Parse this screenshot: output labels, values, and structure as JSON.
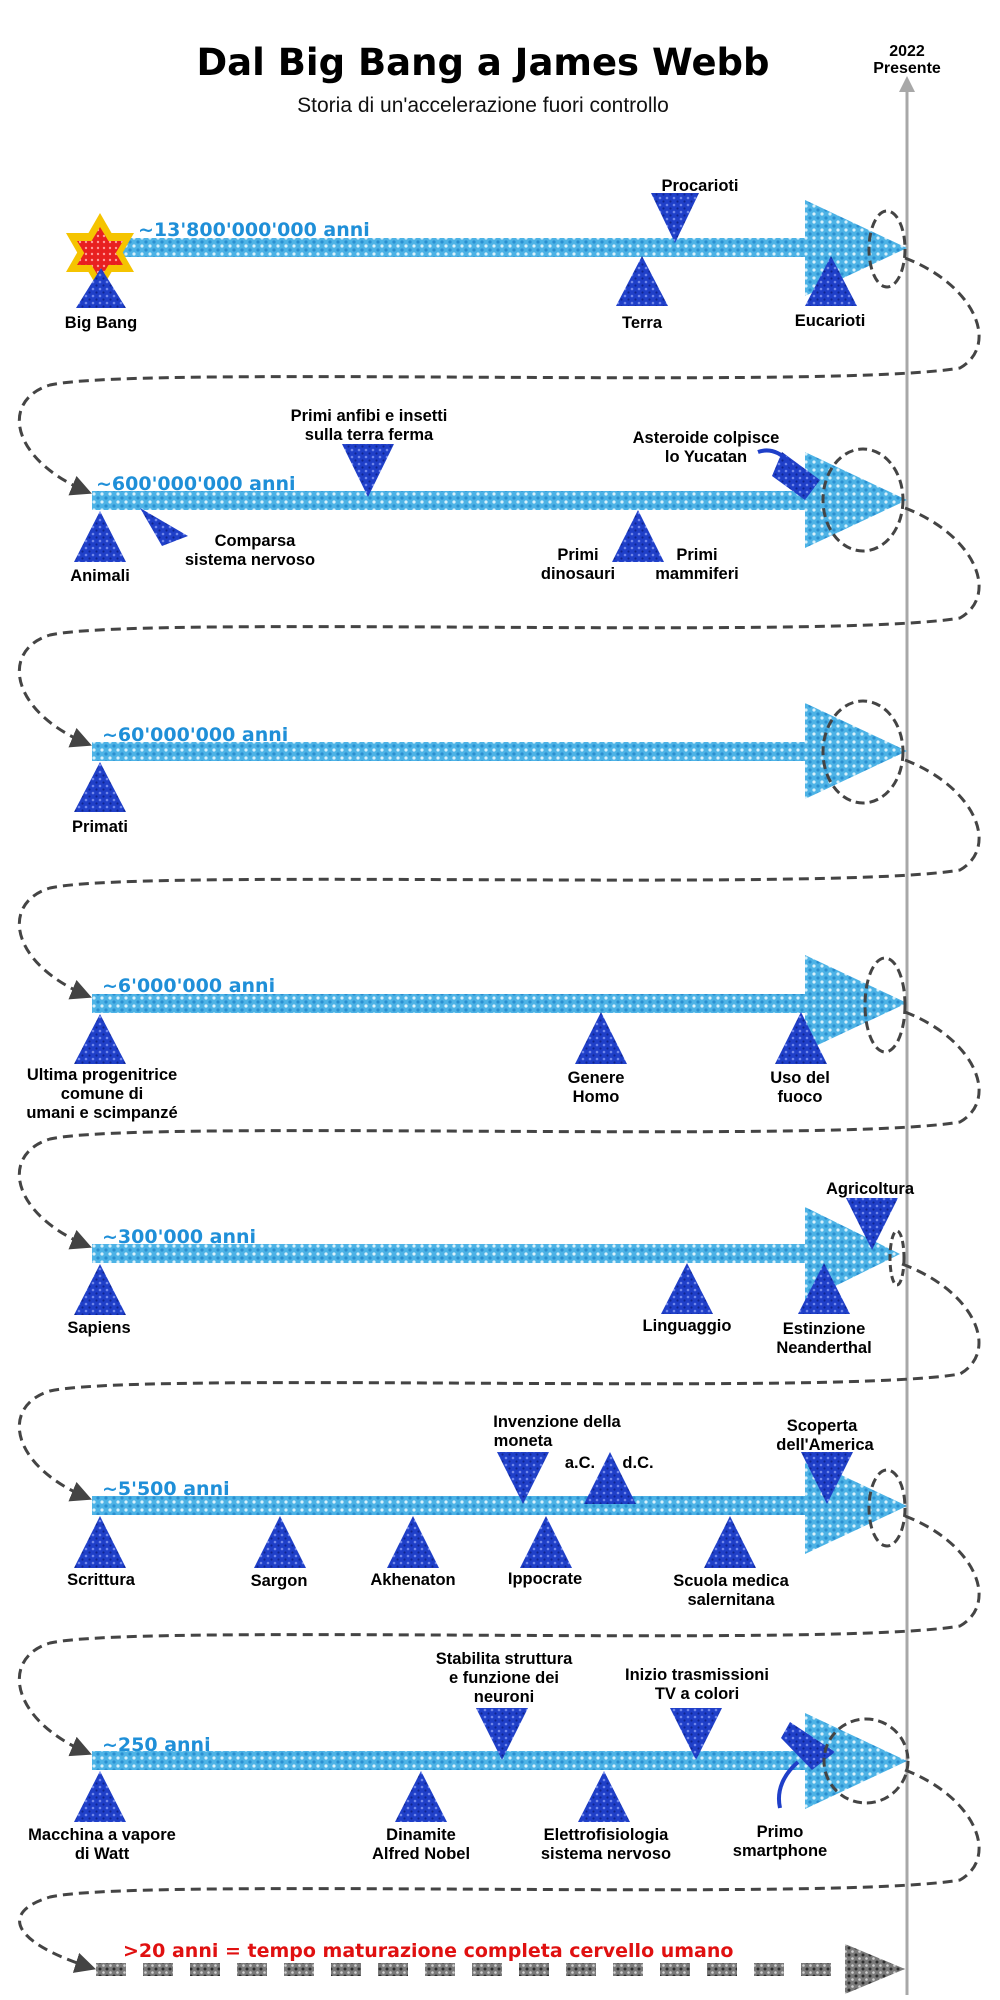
{
  "title": "Dal Big Bang a James Webb",
  "subtitle": "Storia di un'accelerazione fuori controllo",
  "present": {
    "year": "2022",
    "label": "Presente"
  },
  "rows": [
    {
      "span": "~13'800'000'000 anni",
      "events": [
        {
          "lines": [
            "Big Bang"
          ]
        },
        {
          "lines": [
            "Procarioti"
          ]
        },
        {
          "lines": [
            "Terra"
          ]
        },
        {
          "lines": [
            "Eucarioti"
          ]
        }
      ]
    },
    {
      "span": "~600'000'000 anni",
      "events": [
        {
          "lines": [
            "Animali"
          ]
        },
        {
          "lines": [
            "Comparsa",
            "sistema nervoso"
          ]
        },
        {
          "lines": [
            "Primi anfibi e insetti",
            "sulla terra ferma"
          ]
        },
        {
          "lines": [
            "Primi",
            "dinosauri"
          ]
        },
        {
          "lines": [
            "Primi",
            "mammiferi"
          ]
        },
        {
          "lines": [
            "Asteroide colpisce",
            "lo Yucatan"
          ]
        }
      ]
    },
    {
      "span": "~60'000'000 anni",
      "events": [
        {
          "lines": [
            "Primati"
          ]
        }
      ]
    },
    {
      "span": "~6'000'000 anni",
      "events": [
        {
          "lines": [
            "Ultima progenitrice",
            "comune di",
            "umani e scimpanzé"
          ]
        },
        {
          "lines": [
            "Genere",
            "Homo"
          ]
        },
        {
          "lines": [
            "Uso del",
            "fuoco"
          ]
        }
      ]
    },
    {
      "span": "~300'000 anni",
      "events": [
        {
          "lines": [
            "Sapiens"
          ]
        },
        {
          "lines": [
            "Linguaggio"
          ]
        },
        {
          "lines": [
            "Agricoltura"
          ]
        },
        {
          "lines": [
            "Estinzione",
            "Neanderthal"
          ]
        }
      ]
    },
    {
      "span": "~5'500 anni",
      "events": [
        {
          "lines": [
            "Scrittura"
          ]
        },
        {
          "lines": [
            "Sargon"
          ]
        },
        {
          "lines": [
            "Akhenaton"
          ]
        },
        {
          "lines": [
            "Invenzione della",
            "moneta"
          ]
        },
        {
          "lines": [
            "Ippocrate"
          ]
        },
        {
          "lines": [
            "a.C."
          ]
        },
        {
          "lines": [
            "d.C."
          ]
        },
        {
          "lines": [
            "Scuola medica",
            "salernitana"
          ]
        },
        {
          "lines": [
            "Scoperta",
            "dell'America"
          ]
        }
      ]
    },
    {
      "span": "~250 anni",
      "events": [
        {
          "lines": [
            "Macchina a vapore",
            "di Watt"
          ]
        },
        {
          "lines": [
            "Dinamite",
            "Alfred Nobel"
          ]
        },
        {
          "lines": [
            "Stabilita struttura",
            "e funzione dei",
            "neuroni"
          ]
        },
        {
          "lines": [
            "Elettrofisiologia",
            "sistema nervoso"
          ]
        },
        {
          "lines": [
            "Inizio trasmissioni",
            "TV a colori"
          ]
        },
        {
          "lines": [
            "Primo",
            "smartphone"
          ]
        }
      ]
    }
  ],
  "final_row": {
    "text": ">20 anni = tempo maturazione completa cervello umano"
  },
  "colors": {
    "arrow": "#4db3e6",
    "marker": "#1f3fc8",
    "span_text": "#1f8fd8",
    "final_text": "#e01010",
    "star_outer": "#f5c400",
    "star_inner": "#e82020",
    "dashed": "#444444",
    "timeline": "#a8a8a8"
  }
}
